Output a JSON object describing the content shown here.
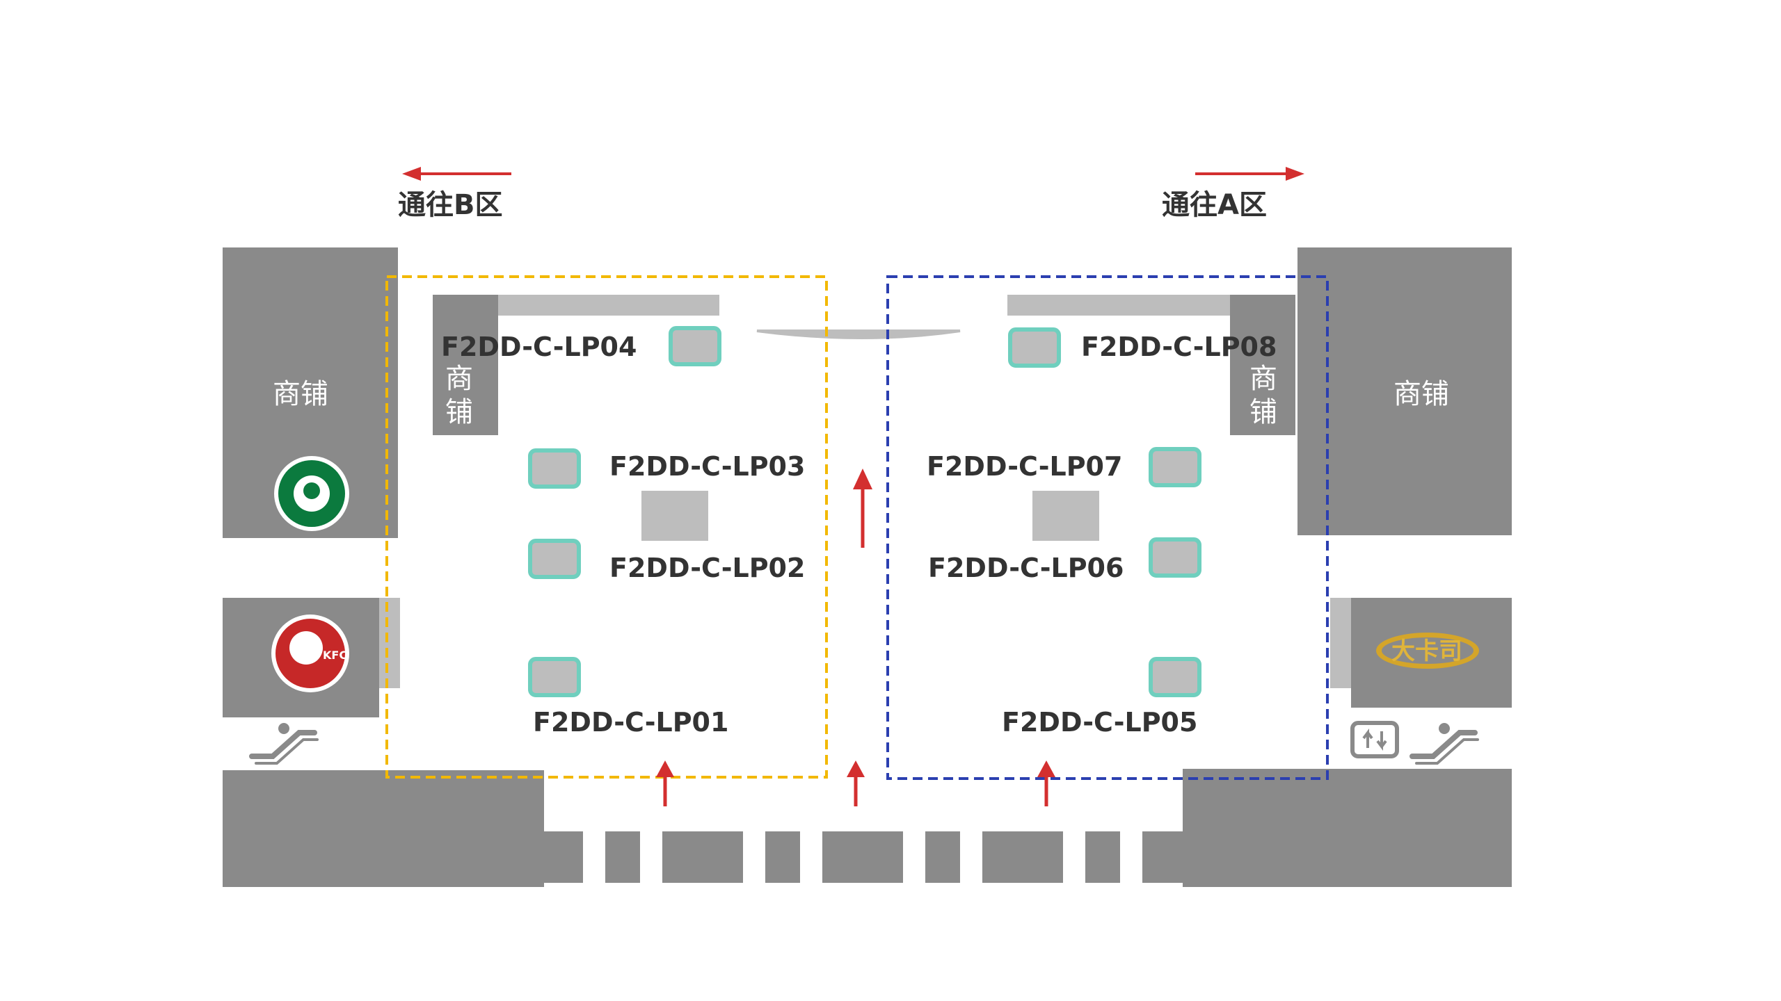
{
  "directions": {
    "to_b": "通往B区",
    "to_a": "通往A区"
  },
  "shops": {
    "left_big": "商铺",
    "right_big": "商铺",
    "left_small_1": "商",
    "left_small_2": "铺",
    "right_small_1": "商",
    "right_small_2": "铺"
  },
  "brands": {
    "starbucks": "starbucks-logo",
    "kfc_text": "KFC",
    "dakaxiang": "大卡司"
  },
  "points": {
    "lp01": "F2DD-C-LP01",
    "lp02": "F2DD-C-LP02",
    "lp03": "F2DD-C-LP03",
    "lp04": "F2DD-C-LP04",
    "lp05": "F2DD-C-LP05",
    "lp06": "F2DD-C-LP06",
    "lp07": "F2DD-C-LP07",
    "lp08": "F2DD-C-LP08"
  },
  "icons": [
    "escalator-icon",
    "elevator-icon",
    "arrow-up-icon",
    "arrow-left-icon",
    "arrow-right-icon"
  ],
  "colors": {
    "block": "#8a8a8a",
    "light_block": "#bdbdbd",
    "zone_b": "#f2b800",
    "zone_a": "#2b3fb0",
    "arrow": "#d32f2f",
    "point_outline": "#6fcfbe",
    "text": "#333333"
  }
}
